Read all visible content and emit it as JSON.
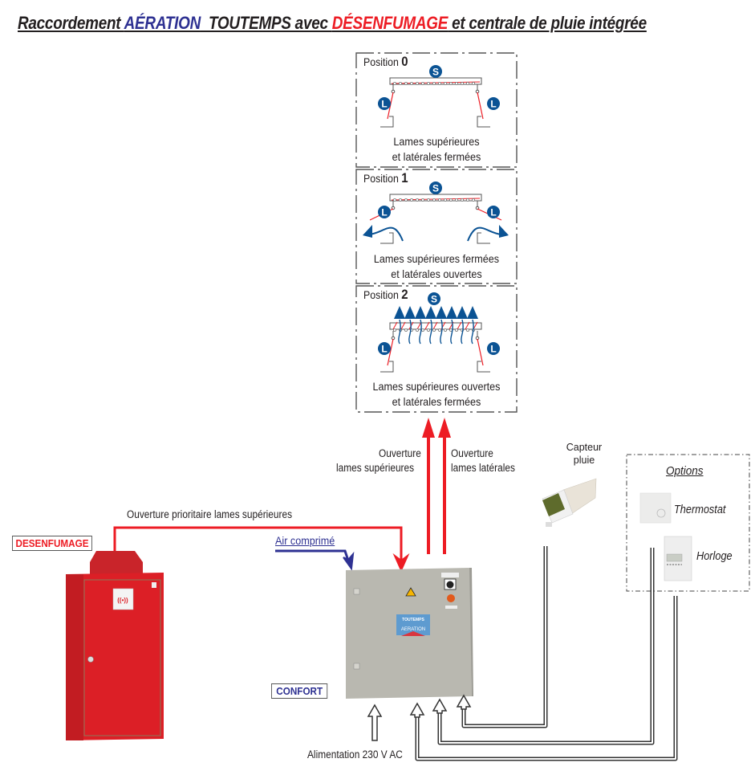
{
  "title": {
    "part1": "Raccordement ",
    "part2_blue": "AÉRATION",
    "part3": "  TOUTEMPS avec ",
    "part4_red": "DÉSENFUMAGE",
    "part5": " et centrale de pluie intégrée"
  },
  "colors": {
    "blue": "#2e3192",
    "red": "#ed1c24",
    "marker_blue": "#0b5394",
    "cabinet_red": "#dc1f26",
    "panel_grey": "#b9b8b0"
  },
  "positions": [
    {
      "label": "Position ",
      "number": "0",
      "top_marker": "S",
      "side_marker": "L",
      "caption_line1": "Lames supérieures",
      "caption_line2": "et latérales fermées"
    },
    {
      "label": "Position ",
      "number": "1",
      "top_marker": "S",
      "side_marker": "L",
      "caption_line1": "Lames supérieures fermées",
      "caption_line2": "et latérales ouvertes"
    },
    {
      "label": "Position ",
      "number": "2",
      "top_marker": "S",
      "side_marker": "L",
      "caption_line1": "Lames supérieures ouvertes",
      "caption_line2": "et latérales fermées"
    }
  ],
  "arrows": {
    "upper_line1": "Ouverture",
    "upper_line2": "lames supérieures",
    "lateral_line1": "Ouverture",
    "lateral_line2": "lames latérales",
    "priority": "Ouverture prioritaire lames supérieures",
    "air": "Air comprimé"
  },
  "sensor": {
    "line1": "Capteur",
    "line2": "pluie"
  },
  "options": {
    "title": "Options",
    "items": [
      "Thermostat",
      "Horloge"
    ]
  },
  "badges": {
    "smoke": "DESENFUMAGE",
    "comfort": "CONFORT"
  },
  "panel": {
    "brand": "TOUTEMPS",
    "product": "AERATION"
  },
  "power": "Alimentation 230 V AC"
}
